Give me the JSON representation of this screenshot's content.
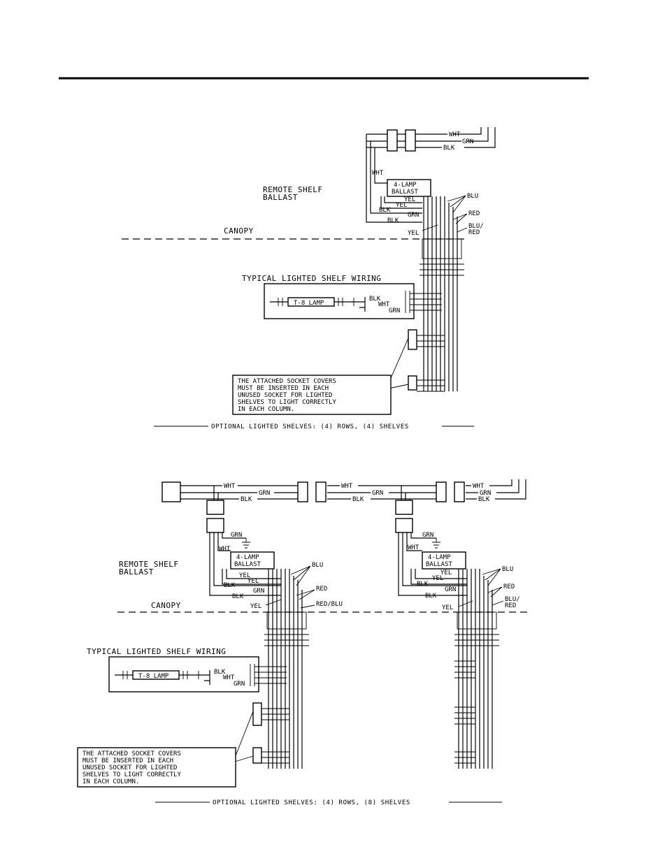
{
  "diagram1": {
    "wires": {
      "wht": "WHT",
      "grn": "GRN",
      "blk": "BLK",
      "yel": "YEL",
      "blu": "BLU",
      "red": "RED",
      "blu_red_1": "BLU/",
      "blu_red_2": "RED"
    },
    "ballast_1": "4-LAMP",
    "ballast_2": "BALLAST",
    "remote_1": "REMOTE SHELF",
    "remote_2": "BALLAST",
    "canopy": "CANOPY",
    "typical": "TYPICAL LIGHTED SHELF WIRING",
    "lamp": "T-8 LAMP",
    "note": [
      "THE ATTACHED SOCKET COVERS",
      "MUST BE INSERTED IN EACH",
      "UNUSED SOCKET FOR LIGHTED",
      "SHELVES TO LIGHT CORRECTLY",
      "IN EACH COLUMN."
    ],
    "caption": "OPTIONAL LIGHTED SHELVES: (4) ROWS, (4) SHELVES"
  },
  "diagram2": {
    "wires": {
      "wht": "WHT",
      "grn": "GRN",
      "blk": "BLK",
      "yel": "YEL",
      "blu": "BLU",
      "red": "RED",
      "red_blu": "RED/BLU",
      "blu_red_1": "BLU/",
      "blu_red_2": "RED"
    },
    "ballast_1": "4-LAMP",
    "ballast_2": "BALLAST",
    "remote_1": "REMOTE SHELF",
    "remote_2": "BALLAST",
    "canopy": "CANOPY",
    "typical": "TYPICAL LIGHTED SHELF WIRING",
    "lamp": "T-8 LAMP",
    "note": [
      "THE ATTACHED SOCKET COVERS",
      "MUST BE INSERTED IN EACH",
      "UNUSED SOCKET FOR LIGHTED",
      "SHELVES TO LIGHT CORRECTLY",
      "IN EACH COLUMN."
    ],
    "caption": "OPTIONAL LIGHTED SHELVES: (4) ROWS, (8) SHELVES"
  }
}
